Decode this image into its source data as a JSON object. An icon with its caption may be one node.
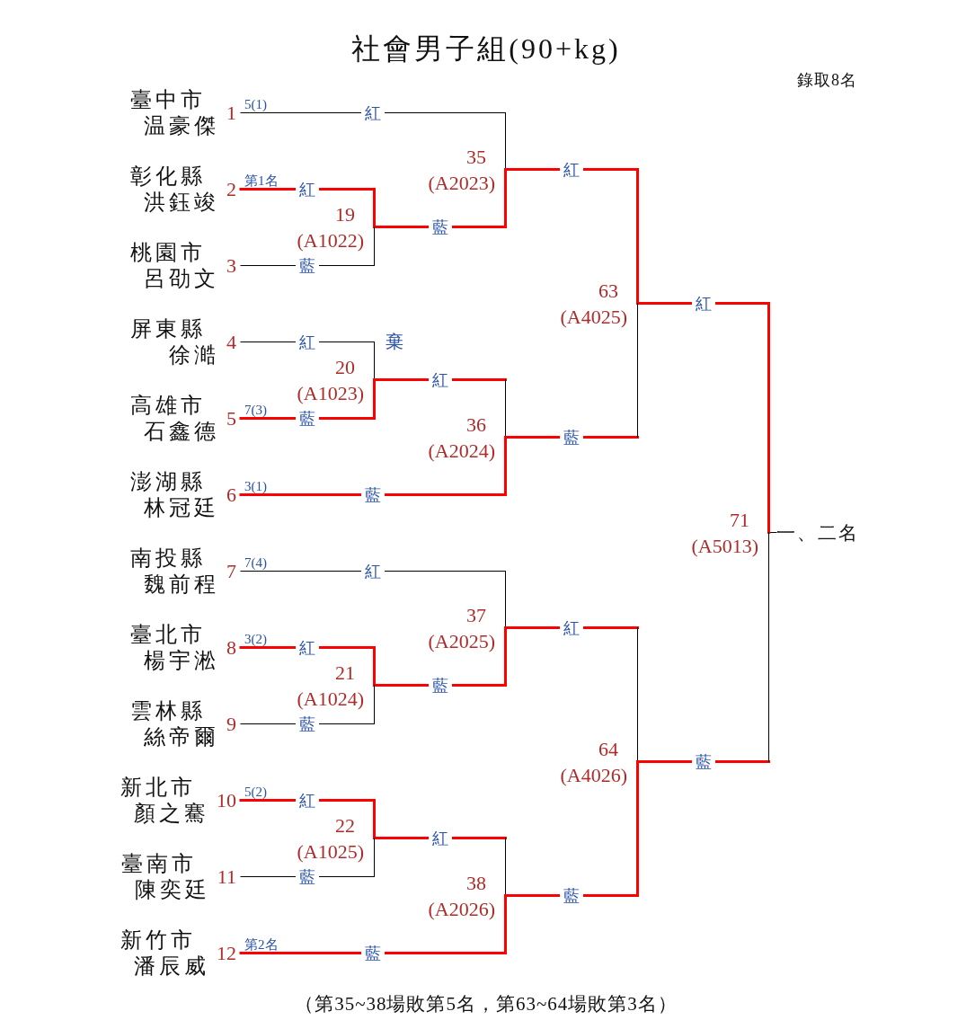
{
  "diagram": {
    "title": "社會男子組(90+kg)",
    "caption": "（第35~38場敗第5名，第63~64場敗第3名）",
    "nodes": [
      {
        "text": [
          "臺中市",
          "温豪傑"
        ],
        "beside": [
          "1",
          "5(1)"
        ]
      },
      {
        "text": [
          "彰化縣",
          "洪鈺竣"
        ],
        "beside": [
          "2",
          "第1名"
        ]
      },
      {
        "text": [
          "桃園市",
          "呂劭文"
        ],
        "beside": [
          "3"
        ]
      },
      {
        "text": [
          "屏東縣",
          "徐澔"
        ],
        "beside": [
          "4"
        ]
      },
      {
        "text": [
          "高雄市",
          "石鑫德"
        ],
        "beside": [
          "5",
          "7(3)"
        ]
      },
      {
        "text": [
          "澎湖縣",
          "林冠廷"
        ],
        "beside": [
          "6",
          "3(1)"
        ]
      },
      {
        "text": [
          "南投縣",
          "魏前程"
        ],
        "beside": [
          "7",
          "7(4)"
        ]
      },
      {
        "text": [
          "臺北市",
          "楊宇淞"
        ],
        "beside": [
          "8",
          "3(2)"
        ]
      },
      {
        "text": [
          "雲林縣",
          "絲帝爾"
        ],
        "beside": [
          "9"
        ]
      },
      {
        "text": [
          "新北市",
          "顏之騫"
        ],
        "beside": [
          "10",
          "5(2)"
        ]
      },
      {
        "text": [
          "臺南市",
          "陳奕廷"
        ],
        "beside": [
          "11"
        ]
      },
      {
        "text": [
          "新竹市",
          "潘辰威"
        ],
        "beside": [
          "12",
          "第2名"
        ]
      },
      {
        "text": [
          "19",
          "(A1022)"
        ]
      },
      {
        "text": [
          "20",
          "(A1023)"
        ]
      },
      {
        "text": [
          "21",
          "(A1024)"
        ]
      },
      {
        "text": [
          "22",
          "(A1025)"
        ]
      },
      {
        "text": [
          "35",
          "(A2023)"
        ]
      },
      {
        "text": [
          "36",
          "(A2024)"
        ]
      },
      {
        "text": [
          "37",
          "(A2025)"
        ]
      },
      {
        "text": [
          "38",
          "(A2026)"
        ]
      },
      {
        "text": [
          "63",
          "(A4025)"
        ]
      },
      {
        "text": [
          "64",
          "(A4026)"
        ]
      },
      {
        "text": [
          "71",
          "(A5013)"
        ]
      },
      {
        "text": [
          "一、二名"
        ]
      }
    ],
    "edges": [
      {
        "from": 0,
        "to": 16,
        "arrow": "none",
        "label": "紅",
        "color": "#000000"
      },
      {
        "from": 1,
        "to": 12,
        "arrow": "none",
        "label": "紅"
      },
      {
        "from": 2,
        "to": 12,
        "arrow": "none",
        "label": "藍",
        "color": "#000000"
      },
      {
        "from": 3,
        "to": 13,
        "arrow": "none",
        "label": "紅",
        "color": "#000000"
      },
      {
        "from": 4,
        "to": 13,
        "arrow": "none",
        "label": "藍"
      },
      {
        "from": 5,
        "to": 17,
        "arrow": "none",
        "label": "藍"
      },
      {
        "from": 6,
        "to": 18,
        "arrow": "none",
        "label": "紅",
        "color": "#000000"
      },
      {
        "from": 7,
        "to": 14,
        "arrow": "none",
        "label": "紅"
      },
      {
        "from": 8,
        "to": 14,
        "arrow": "none",
        "label": "藍",
        "color": "#000000"
      },
      {
        "from": 9,
        "to": 15,
        "arrow": "none",
        "label": "紅"
      },
      {
        "from": 10,
        "to": 15,
        "arrow": "none",
        "label": "藍",
        "color": "#000000"
      },
      {
        "from": 11,
        "to": 19,
        "arrow": "none",
        "label": "藍"
      },
      {
        "from": 12,
        "to": 16,
        "arrow": "none",
        "label": "藍"
      },
      {
        "from": 13,
        "to": 17,
        "arrow": "none",
        "label": "紅"
      },
      {
        "from": 14,
        "to": 18,
        "arrow": "none",
        "label": "藍"
      },
      {
        "from": 15,
        "to": 19,
        "arrow": "none",
        "label": "紅"
      },
      {
        "from": 16,
        "to": 20,
        "arrow": "none",
        "label": "紅"
      },
      {
        "from": 17,
        "to": 20,
        "arrow": "none",
        "label": "藍"
      },
      {
        "from": 18,
        "to": 21,
        "arrow": "none",
        "label": "紅"
      },
      {
        "from": 19,
        "to": 21,
        "arrow": "none",
        "label": "藍"
      },
      {
        "from": 20,
        "to": 22,
        "arrow": "none",
        "label": "紅"
      },
      {
        "from": 21,
        "to": 22,
        "arrow": "none",
        "label": "藍"
      },
      {
        "from": 22,
        "to": 23,
        "arrow": "none",
        "color": "#000000"
      }
    ],
    "labels": [
      "錄取8名",
      "棄"
    ]
  }
}
